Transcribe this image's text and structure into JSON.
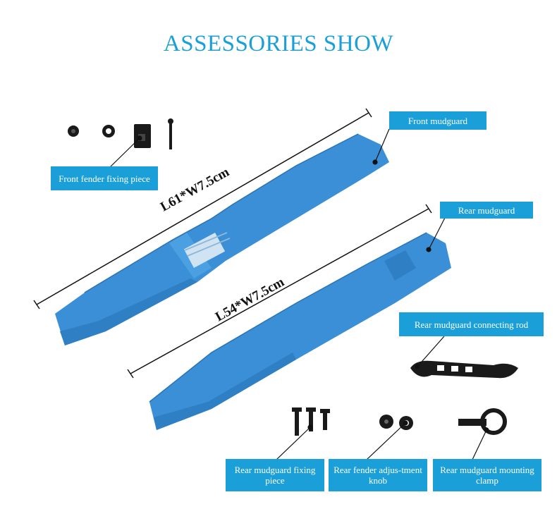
{
  "title": "ASSESSORIES SHOW",
  "dimensions": {
    "front": "L61*W7.5cm",
    "rear": "L54*W7.5cm"
  },
  "labels": {
    "front_mudguard": "Front mudguard",
    "front_fixing": "Front fender fixing piece",
    "rear_mudguard": "Rear mudguard",
    "rear_rod": "Rear mudguard connecting rod",
    "rear_fixing": "Rear mudguard fixing piece",
    "rear_knob": "Rear fender adjus-tment knob",
    "rear_clamp": "Rear mudguard mounting clamp"
  },
  "colors": {
    "accent": "#1b9fd8",
    "mudguard": "#3a8fd6",
    "parts": "#1a1a1a"
  }
}
